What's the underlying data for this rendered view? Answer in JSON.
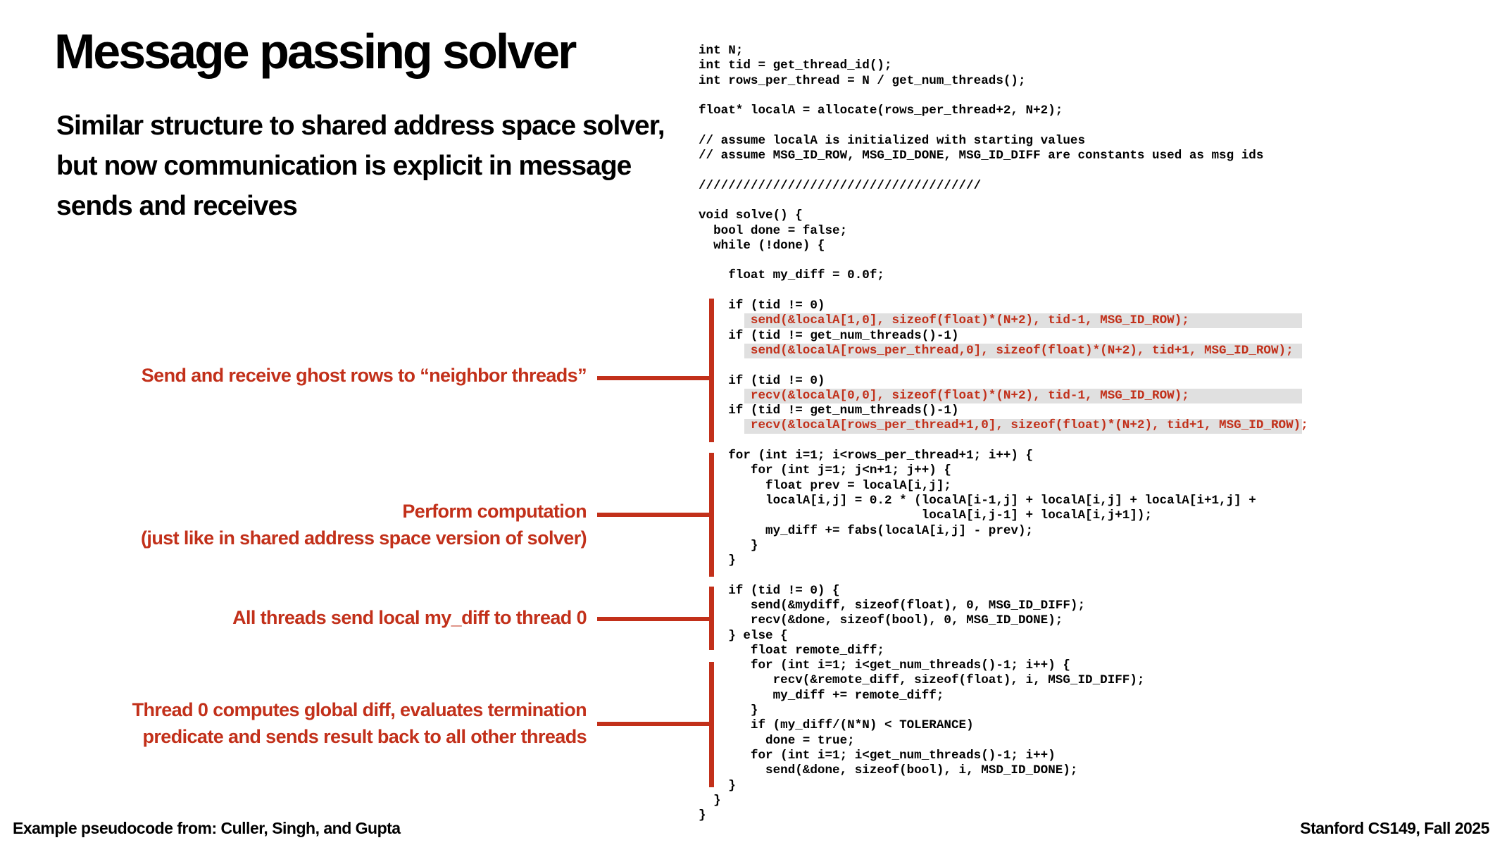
{
  "slide": {
    "title": "Message passing solver",
    "subtitle_lines": [
      "Similar structure to shared address space solver,",
      "but now communication is explicit in message",
      "sends and receives"
    ],
    "annotations": [
      [
        "Send and receive ghost rows to “neighbor threads”"
      ],
      [
        "Perform computation",
        "(just like in shared address space version of solver)"
      ],
      [
        "All threads send local my_diff to thread 0"
      ],
      [
        "Thread 0 computes global diff, evaluates termination",
        "predicate and sends result back to all other threads"
      ]
    ],
    "accent_color": "#c2301a",
    "highlight_color": "#e0e0e0",
    "footer_left": "Example pseudocode from: Culler, Singh, and Gupta",
    "footer_right": "Stanford CS149, Fall 2025"
  },
  "code": {
    "lines": [
      "int N;",
      "int tid = get_thread_id();",
      "int rows_per_thread = N / get_num_threads();",
      "",
      "float* localA = allocate(rows_per_thread+2, N+2);",
      "",
      "// assume localA is initialized with starting values",
      "// assume MSG_ID_ROW, MSG_ID_DONE, MSG_ID_DIFF are constants used as msg ids",
      "",
      "//////////////////////////////////////",
      "",
      "void solve() {",
      "  bool done = false;",
      "  while (!done) {",
      "",
      "    float my_diff = 0.0f;",
      "",
      "    if (tid != 0)",
      "       send(&localA[1,0], sizeof(float)*(N+2), tid-1, MSG_ID_ROW);",
      "    if (tid != get_num_threads()-1)",
      "       send(&localA[rows_per_thread,0], sizeof(float)*(N+2), tid+1, MSG_ID_ROW);",
      "",
      "    if (tid != 0)",
      "       recv(&localA[0,0], sizeof(float)*(N+2), tid-1, MSG_ID_ROW);",
      "    if (tid != get_num_threads()-1)",
      "       recv(&localA[rows_per_thread+1,0], sizeof(float)*(N+2), tid+1, MSG_ID_ROW);",
      "",
      "    for (int i=1; i<rows_per_thread+1; i++) {",
      "       for (int j=1; j<n+1; j++) {",
      "         float prev = localA[i,j];",
      "         localA[i,j] = 0.2 * (localA[i-1,j] + localA[i,j] + localA[i+1,j] +",
      "                              localA[i,j-1] + localA[i,j+1]);",
      "         my_diff += fabs(localA[i,j] - prev);",
      "       }",
      "    }",
      "",
      "    if (tid != 0) {",
      "       send(&mydiff, sizeof(float), 0, MSG_ID_DIFF);",
      "       recv(&done, sizeof(bool), 0, MSG_ID_DONE);",
      "    } else {",
      "       float remote_diff;",
      "       for (int i=1; i<get_num_threads()-1; i++) {",
      "          recv(&remote_diff, sizeof(float), i, MSG_ID_DIFF);",
      "          my_diff += remote_diff;",
      "       }",
      "       if (my_diff/(N*N) < TOLERANCE)",
      "         done = true;",
      "       for (int i=1; i<get_num_threads()-1; i++)",
      "         send(&done, sizeof(bool), i, MSD_ID_DONE);",
      "    }",
      "  }",
      "}"
    ],
    "highlighted_lines": [
      18,
      20,
      23,
      25
    ]
  }
}
